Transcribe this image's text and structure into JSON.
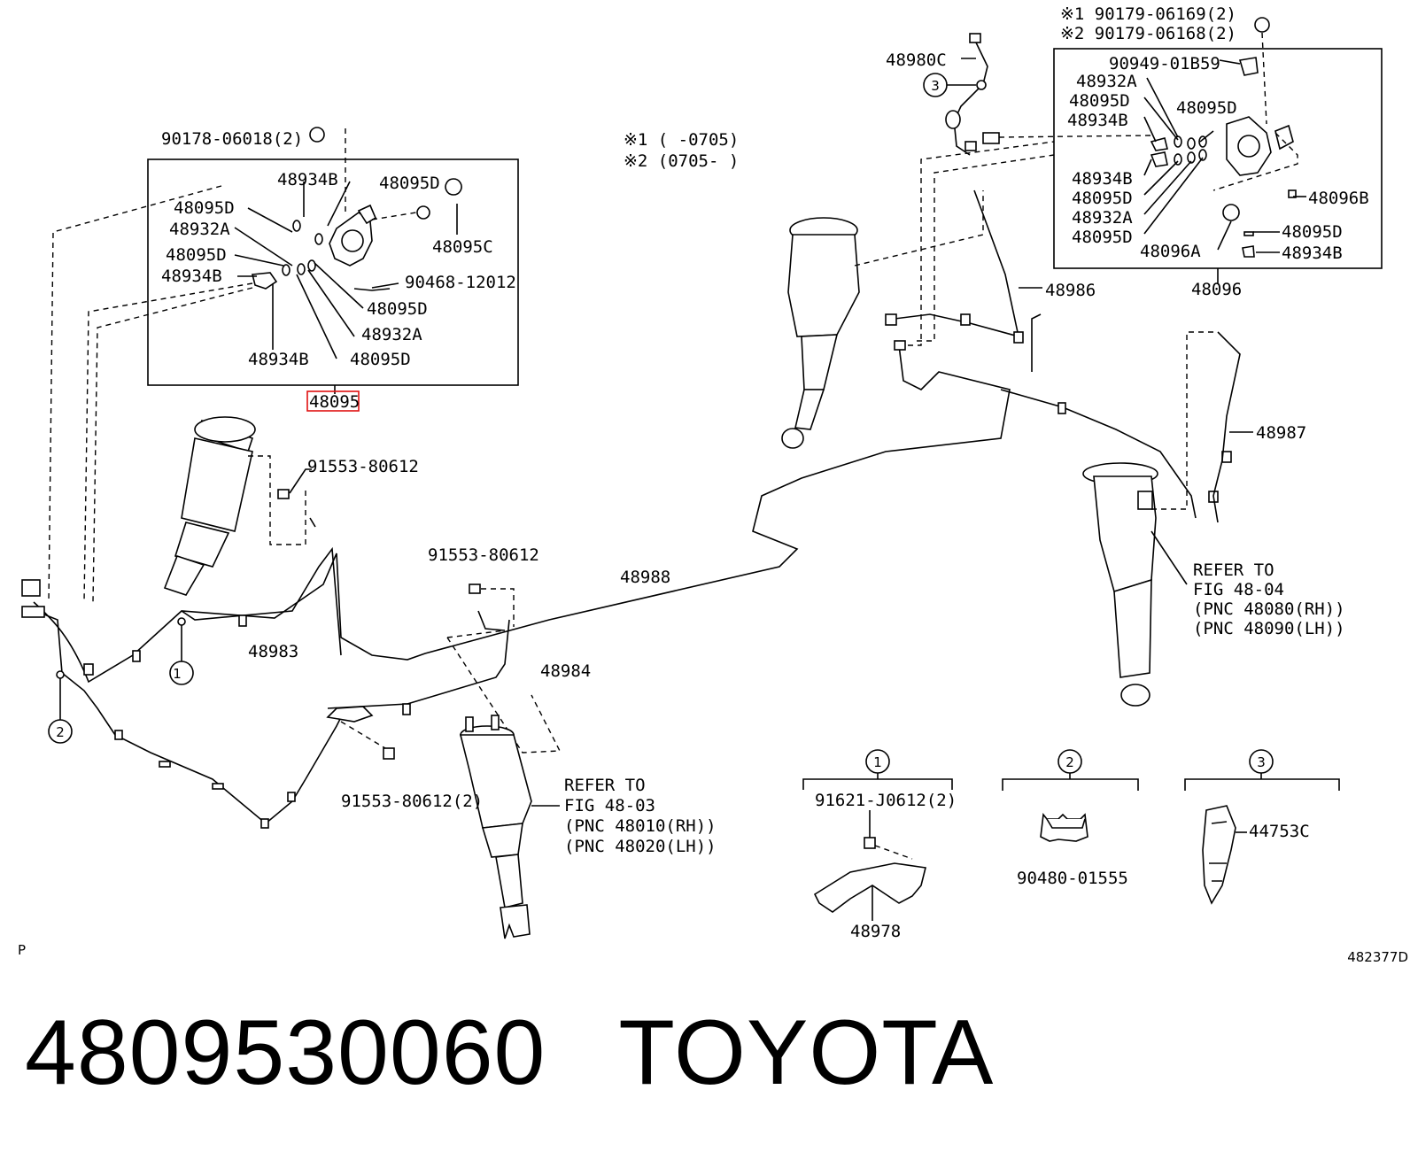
{
  "diagram": {
    "footer_left": "P",
    "footer_right": "482377D",
    "notes": {
      "n1": "※1  (      -0705)",
      "n2": "※2  (0705-      )"
    },
    "labels": {
      "l_90178": "90178-06018(2)",
      "l_48934B_a": "48934B",
      "l_48095D_a": "48095D",
      "l_48095D_b": "48095D",
      "l_48932A_a": "48932A",
      "l_48095C": "48095C",
      "l_48095D_c": "48095D",
      "l_48934B_b": "48934B",
      "l_90468": "90468-12012",
      "l_48095D_d": "48095D",
      "l_48932A_b": "48932A",
      "l_48934B_c": "48934B",
      "l_48095D_e": "48095D",
      "l_48095_sel": "48095",
      "l_91553_a": "91553-80612",
      "l_91553_b": "91553-80612",
      "l_48988": "48988",
      "l_48983": "48983",
      "l_48984": "48984",
      "l_91553_c": "91553-80612(2)",
      "l_refer03_1": "REFER TO",
      "l_refer03_2": "FIG 48-03",
      "l_refer03_3": "(PNC 48010(RH))",
      "l_refer03_4": "(PNC 48020(LH))",
      "l_48980C": "48980C",
      "l_r1": "※1  90179-06169(2)",
      "l_r2": "※2  90179-06168(2)",
      "l_90949": "90949-01B59",
      "l_48932A_c": "48932A",
      "l_48095D_f": "48095D",
      "l_48095D_g": "48095D",
      "l_48934B_d": "48934B",
      "l_48934B_e": "48934B",
      "l_48095D_h": "48095D",
      "l_48932A_d": "48932A",
      "l_48095D_i": "48095D",
      "l_48096B": "48096B",
      "l_48095D_j": "48095D",
      "l_48096A": "48096A",
      "l_48934B_f": "48934B",
      "l_48096": "48096",
      "l_48986": "48986",
      "l_48987": "48987",
      "l_refer04_1": "REFER TO",
      "l_refer04_2": "FIG 48-04",
      "l_refer04_3": "(PNC 48080(RH))",
      "l_refer04_4": "(PNC 48090(LH))",
      "l_91621": "91621-J0612(2)",
      "l_48978": "48978",
      "l_90480": "90480-01555",
      "l_44753C": "44753C",
      "c1": "1",
      "c2": "2",
      "c3": "3",
      "c1b": "1",
      "c2b": "2",
      "c3b": "3"
    }
  },
  "caption": {
    "part_number": "4809530060",
    "brand": "TOYOTA"
  },
  "colors": {
    "highlight": "#e01010",
    "ink": "#000000"
  }
}
